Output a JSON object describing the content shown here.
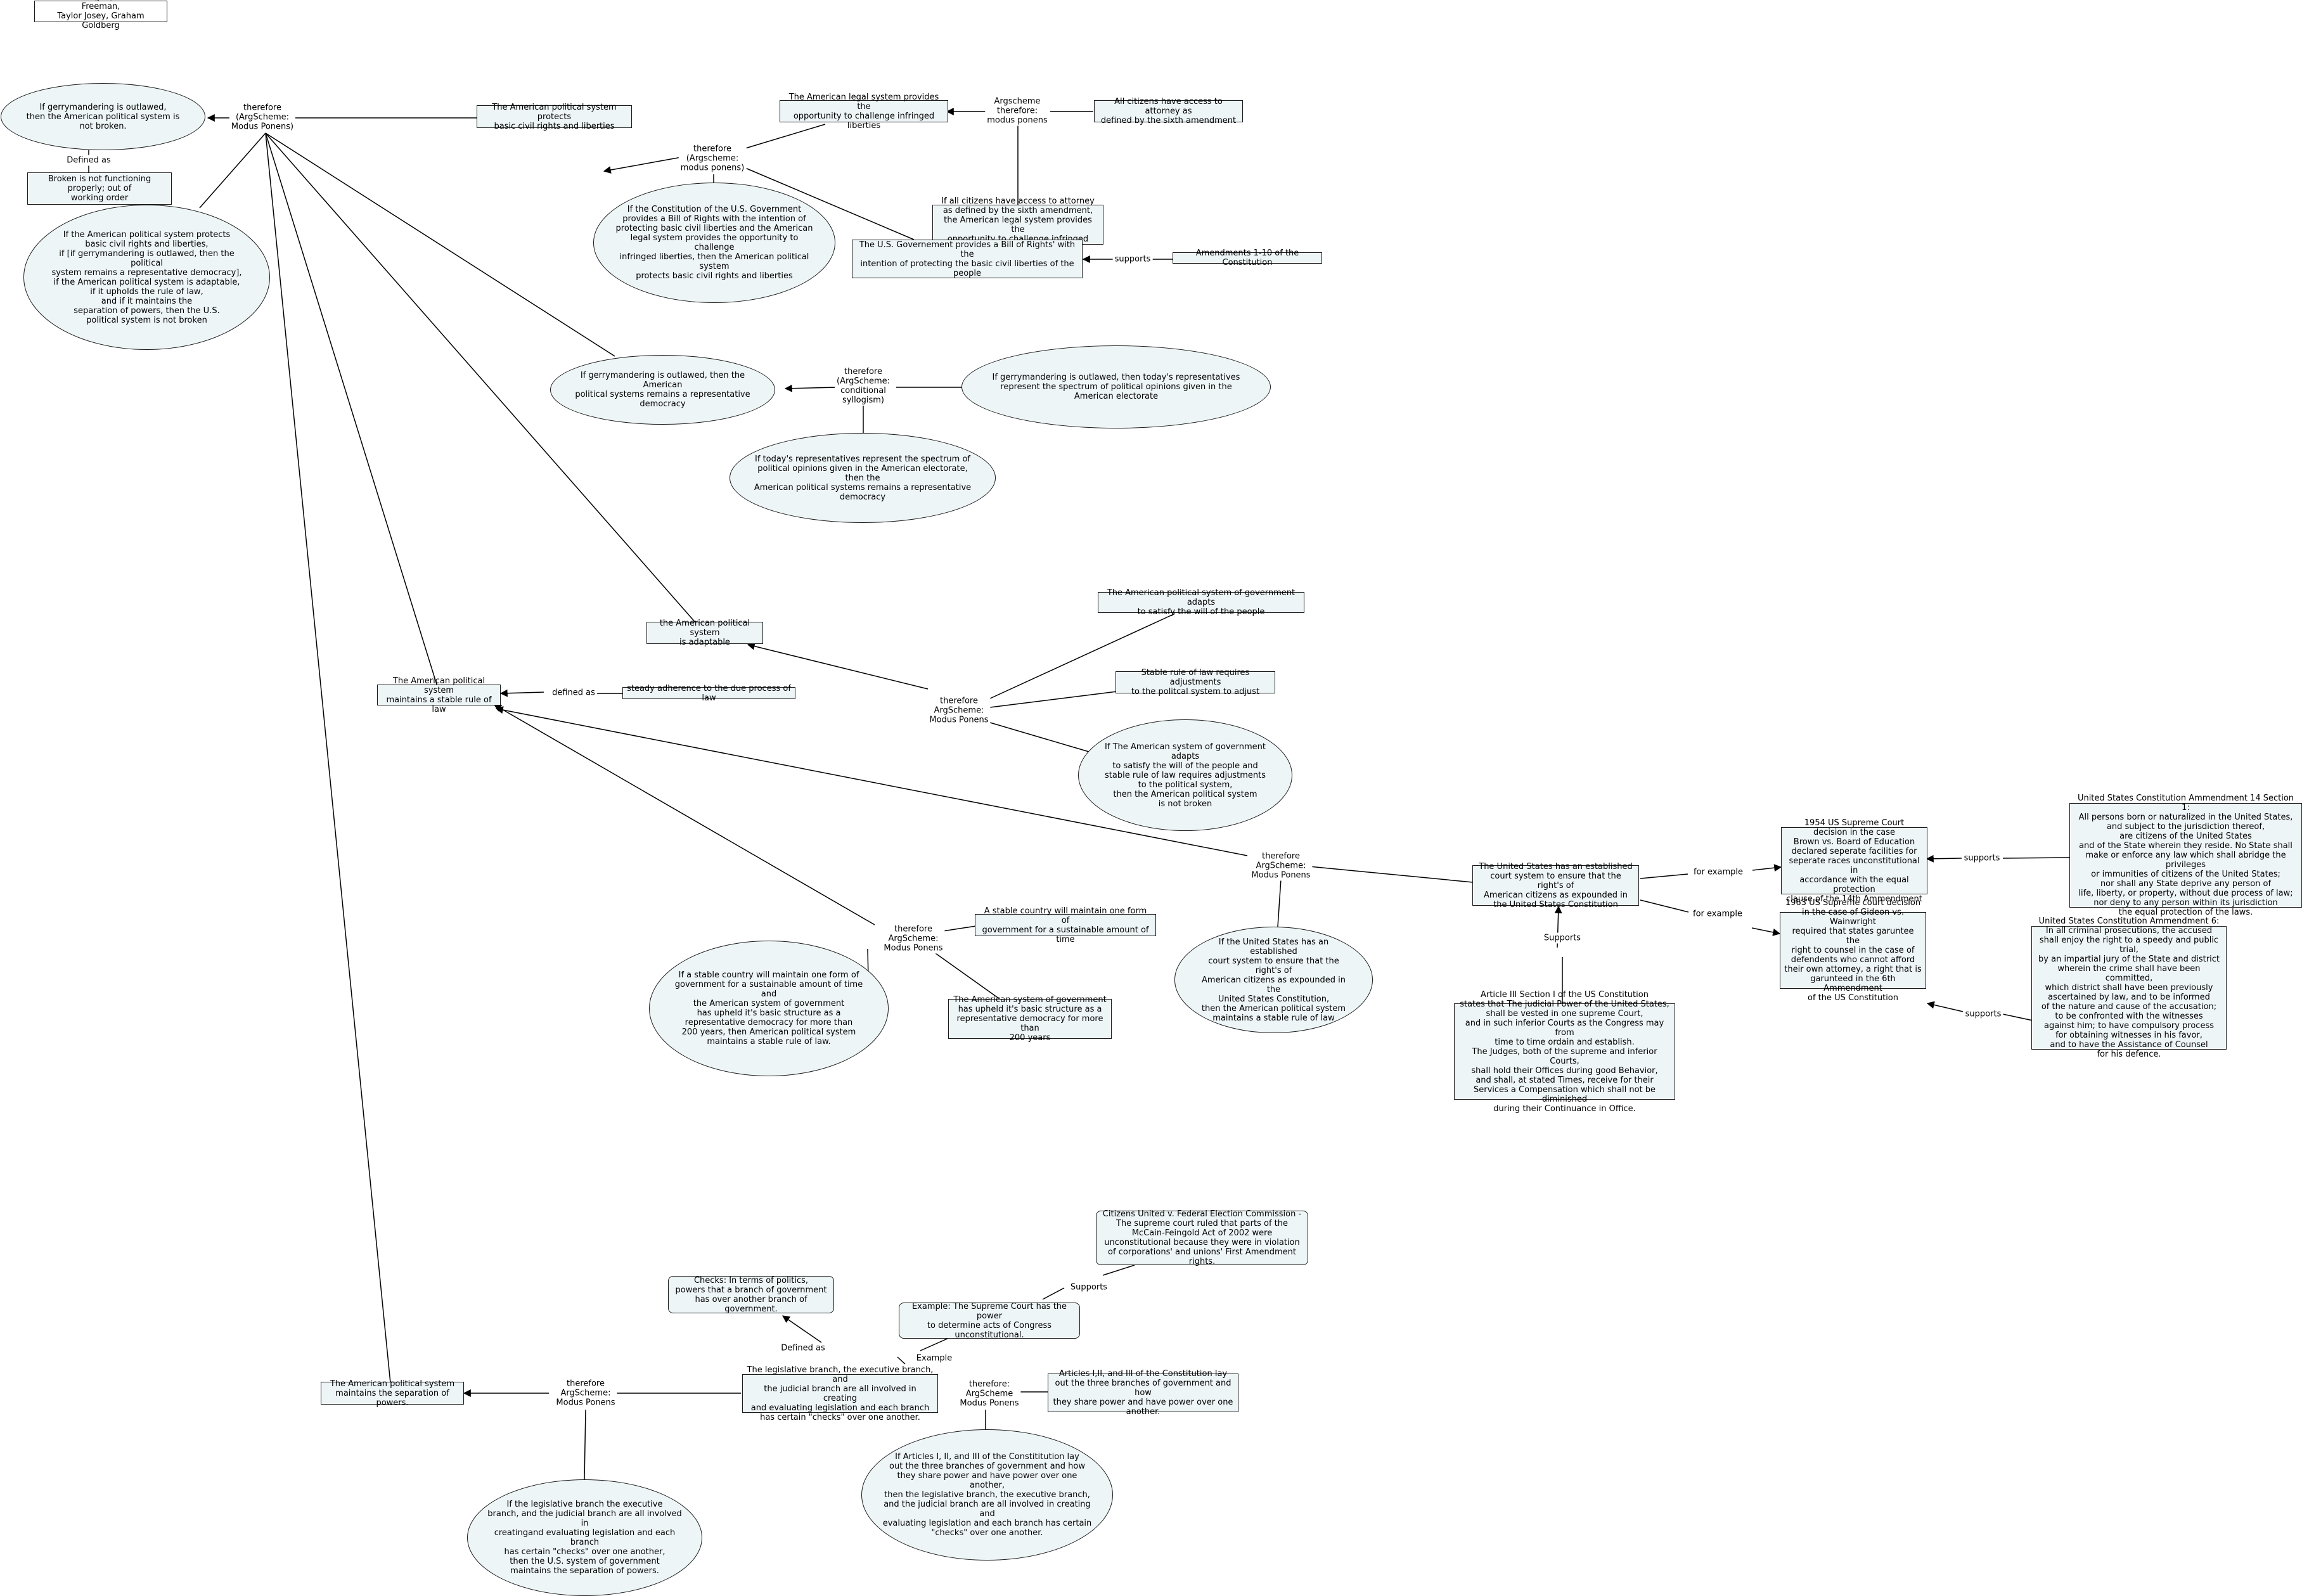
{
  "authors": "Aaron Morgan, Caroline Freeman,\nTaylor Josey, Graham Goldberg",
  "nodes": {
    "gerrymander_not_broken": "If gerrymandering is outlawed,\nthen the American political system is not broken.",
    "broken_def": "Broken is not functioning\nproperly; out of\nworking order",
    "protects_rights": "The American political system protects\nbasic civil rights and liberties",
    "legal_system_opportunity": "The American legal system provides the\nopportunity to challenge infringed liberties",
    "attorney_access": "All citizens have access to attorney as\ndefined by the sixth amendment",
    "if_attorney": "If all citizens have access to attorney\nas defined by the sixth amendment,\nthe American legal system provides the\nopportunity to challenge infringed liberties.",
    "if_constitution_bill": "If the Constitution of the U.S. Government\nprovides a Bill of Rights with the intention of\nprotecting basic civil liberties and the American\nlegal system provides the opportunity to challenge\ninfringed liberties, then the American political system\nprotects basic civil rights and liberties",
    "bill_of_rights": "The U.S. Governement provides a Bill of Rights' with the\nintention of protecting the basic civil liberties of the people",
    "amendments_1_10": "Amendments 1-10 of the Constitution",
    "main_conditional": "If the American political system protects\nbasic civil rights and liberties,\nif [if gerrymandering is outlawed, then the political\nsystem remains a representative democracy],\nif the American political system is adaptable,\nif it upholds the rule of law,\nand if it maintains the\nseparation of powers, then the U.S.\npolitical system is not broken",
    "gerrymander_rep_democracy": "If gerrymandering is outlawed, then the American\npolitical systems remains a representative democracy",
    "gerrymander_spectrum": "If gerrymandering is outlawed, then today's representatives\nrepresent the spectrum of political opinions given in the American electorate",
    "spectrum_conditional": "If today's representatives represent the spectrum of\npolitical opinions given in the American electorate, then the\nAmerican political systems remains a representative democracy",
    "adapts_will": "The American political system of government adapts\nto satisfy the will of the people",
    "system_adaptable": "the American political system\nis adaptable",
    "stable_rule_adjust": "Stable rule of law requires adjustments\nto the politcal system to adjust",
    "if_adapts": "If The American system of government adapts\nto satisfy the will of the people and\nstable rule of law requires adjustments\nto the political system,\nthen the American political system\nis not broken",
    "stable_rule_of_law": "The American political system\nmaintains a stable rule of law",
    "due_process": "steady adherence to the due process of law",
    "stable_country": "A stable country will maintain one form of\ngovernment for a sustainable amount of time",
    "if_stable_country": "If a stable country will maintain one form of\ngovernment for a sustainable amount of time and\nthe American system of government\nhas upheld it's basic structure as a\nrepresentative democracy for more than\n200 years, then American political system\nmaintains a stable rule of law.",
    "upheld_200": "The American system of government\nhas upheld it's basic structure as a\nrepresentative democracy for more than\n200 years",
    "court_system": "The United States has an established\ncourt system to ensure that the right's of\nAmerican citizens as expounded in\nthe United States Constitution",
    "if_court_system": "If the United States has an established\ncourt system to ensure that the right's of\nAmerican citizens as expounded in the\nUnited States Constitution,\nthen the American political system\nmaintains a stable rule of law",
    "article_3": "Article III Section I of the US Constitution\nstates that The judicial Power of the United States,\nshall be vested in one supreme Court,\nand in such inferior Courts as the Congress may from\ntime to time ordain and establish.\nThe Judges, both of the supreme and inferior Courts,\nshall hold their Offices during good Behavior,\nand shall, at stated Times, receive for their\nServices a Compensation which shall not be diminished\nduring their Continuance in Office.",
    "brown_v_board": "1954 US Supreme Court\ndecision in the case\nBrown vs. Board of Education\ndeclared seperate facilities for\nseperate races unconstitutional in\naccordance with the equal protection\nclause of the 14th Ammendment",
    "amendment_14": "United States Constitution Ammendment 14 Section 1:\nAll persons born or naturalized in the United States,\nand subject to the jurisdiction thereof,\nare citizens of the United States\nand of the State wherein they reside. No State shall\nmake or enforce any law which shall abridge the privileges\nor immunities of citizens of the United States;\nnor shall any State deprive any person of\nlife, liberty, or property, without due process of law;\nnor deny to any person within its jurisdiction\nthe equal protection of the laws.",
    "gideon": "1963 US Supreme court decision\nin the case of Gideon vs. Wainwright\nrequired that states garuntee the\nright to counsel in the case of\ndefendents who cannot afford\ntheir own attorney, a right that is\ngarunteed in the 6th Ammendment\nof the US Constitution",
    "amendment_6": "United States Constitution Ammendment 6:\nIn all criminal prosecutions, the accused\nshall enjoy the right to a speedy and public trial,\nby an impartial jury of the State and district\nwherein the crime shall have been committed,\nwhich district shall have been previously\nascertained by law, and to be informed\nof the nature and cause of the accusation;\nto be confronted with the witnesses\nagainst him; to have compulsory process\nfor obtaining witnesses in his favor,\nand to have the Assistance of Counsel\nfor his defence.",
    "citizens_united": "Citizens United v. Federal Election Commission -\nThe supreme court ruled that parts of the\nMcCain-Feingold Act of 2002 were\nunconstitutional because they were in violation\nof corporations' and unions' First Amendment rights.",
    "checks_def": "Checks: In terms of politics,\npowers that a branch of government\nhas over another branch of government.",
    "example_supreme_court": "Example: The Supreme Court has the power\nto determine acts of Congress\nunconstitutional.",
    "separation_of_powers": "The American political system\nmaintains the separation of powers.",
    "branches_checks": "The legislative branch, the executive branch, and\nthe judicial branch are all involved in creating\nand evaluating legislation and each branch\nhas certain \"checks\" over one another.",
    "articles_1_2_3": "Articles I,II, and III of the Constitution lay\nout the three branches of government and how\nthey share power and have power over one\nanother.",
    "if_articles": "If Articles I, II, and III of the Constititution lay\nout the three branches of government and how\nthey share power and have power over one another,\nthen the legislative branch, the executive branch,\nand the judicial branch are all involved in creating and\nevaluating legislation and each branch has certain\n\"checks\" over one another.",
    "if_legislative": "If the legislative branch the executive\nbranch, and the judicial branch are all involved in\ncreatingand evaluating legislation and each branch\nhas certain \"checks\" over one another,\nthen the U.S. system of government\nmaintains the separation of powers."
  },
  "labels": {
    "therefore_main": "therefore\n(ArgScheme:\nModus Ponens)",
    "defined_as_broken": "Defined as",
    "therefore_rights": "therefore\n(Argscheme:\nmodus ponens)",
    "argscheme_attorney": "Argscheme\ntherefore:\nmodus ponens",
    "supports_amend": "supports",
    "therefore_syllogism": "therefore\n(ArgScheme:\nconditional\nsyllogism)",
    "therefore_adaptable": "therefore\nArgScheme:\nModus Ponens",
    "defined_as_due": "defined as",
    "therefore_stable_country": "therefore\nArgScheme:\nModus Ponens",
    "therefore_court": "therefore\nArgScheme:\nModus Ponens",
    "for_example_1": "for example",
    "for_example_2": "for example",
    "supports_14": "supports",
    "supports_6": "supports",
    "supports_article": "Supports",
    "supports_citizens": "Supports",
    "example_lbl": "Example",
    "defined_as_checks": "Defined as",
    "therefore_separation": "therefore\nArgScheme:\nModus Ponens",
    "therefore_articles": "therefore:\nArgScheme\nModus Ponens"
  }
}
